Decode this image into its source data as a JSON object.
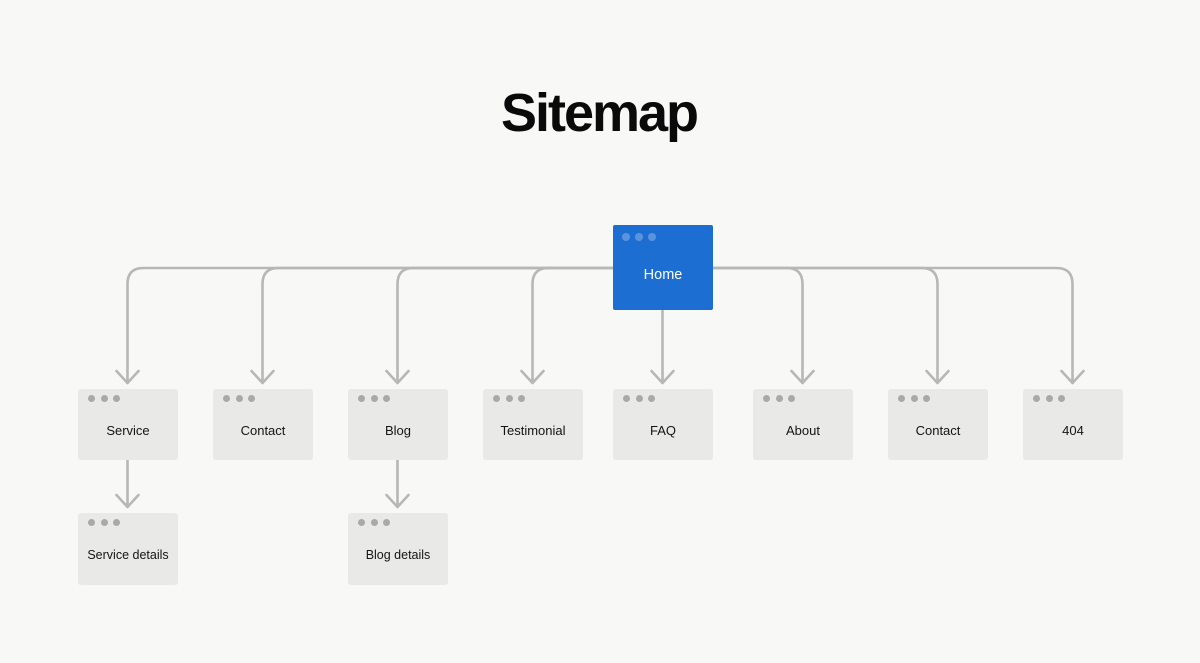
{
  "title": "Sitemap",
  "colors": {
    "background": "#f8f8f7",
    "node_fill": "#e9e9e8",
    "node_dot": "#a9a9a7",
    "node_text": "#141414",
    "root_fill": "#1c6ed2",
    "root_dot": "#5b92dc",
    "root_text": "#ffffff",
    "connector": "#b7b7b5",
    "title_text": "#0a0a0a"
  },
  "sitemap": {
    "root": {
      "label": "Home"
    },
    "children": [
      {
        "label": "Service"
      },
      {
        "label": "Contact"
      },
      {
        "label": "Blog"
      },
      {
        "label": "Testimonial"
      },
      {
        "label": "FAQ"
      },
      {
        "label": "About"
      },
      {
        "label": "Contact"
      },
      {
        "label": "404"
      }
    ],
    "grandchildren": [
      {
        "label": "Service details",
        "parent": "Service"
      },
      {
        "label": "Blog details",
        "parent": "Blog"
      }
    ]
  }
}
